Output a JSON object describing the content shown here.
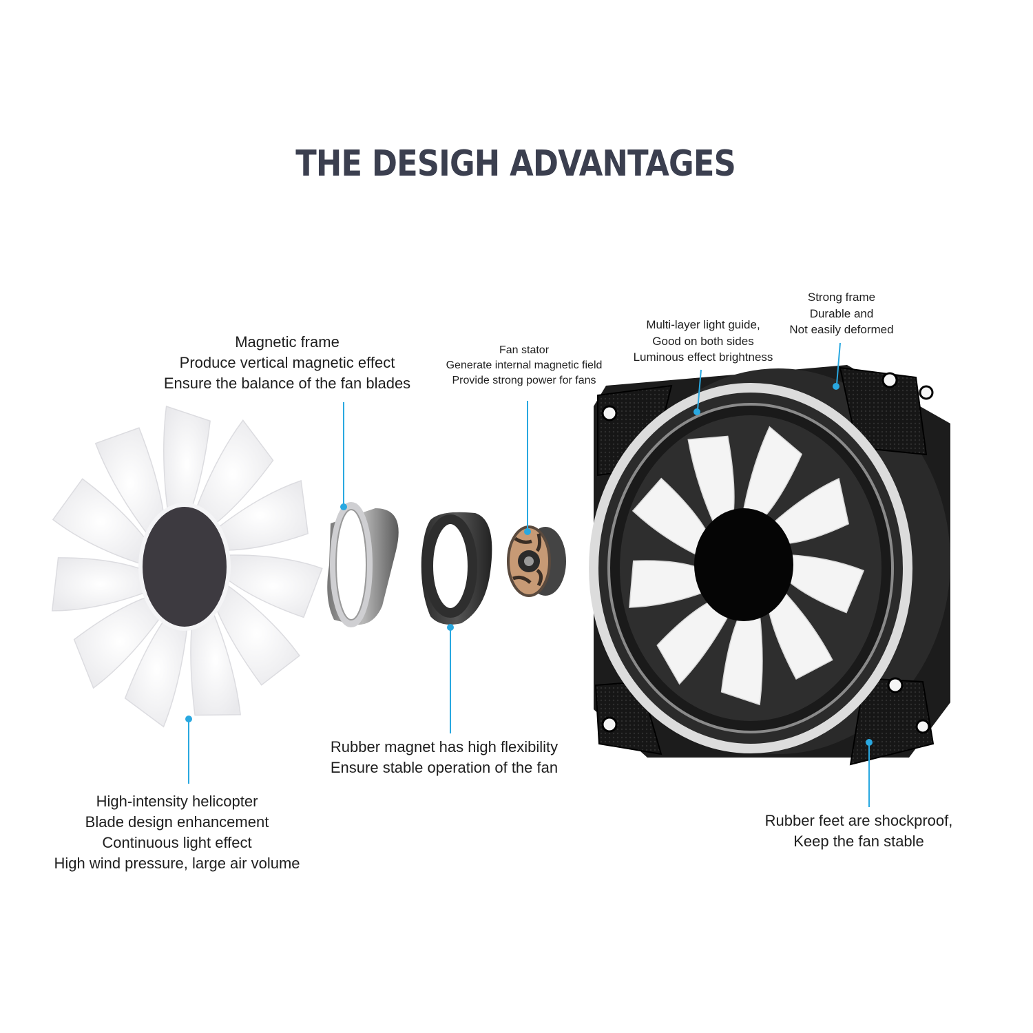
{
  "title": "THE DESIGH ADVANTAGES",
  "callouts": {
    "magnetic_frame": [
      "Magnetic frame",
      "Produce vertical magnetic effect",
      "Ensure the balance of the fan blades"
    ],
    "fan_stator": [
      "Fan stator",
      "Generate internal magnetic field",
      "Provide strong power for fans"
    ],
    "light_guide": [
      "Multi-layer light guide,",
      "Good on both sides",
      "Luminous effect brightness"
    ],
    "strong_frame": [
      "Strong frame",
      "Durable and",
      "Not easily deformed"
    ],
    "blade": [
      "High-intensity helicopter",
      "Blade design enhancement",
      "Continuous light effect",
      "High wind pressure, large air volume"
    ],
    "rubber_magnet": [
      "Rubber magnet has high flexibility",
      "Ensure stable operation of the fan"
    ],
    "rubber_feet": [
      "Rubber feet are shockproof,",
      "Keep the fan stable"
    ]
  },
  "colors": {
    "accent": "#29a8e0",
    "title": "#3b3f4f",
    "hub": "#3d3a40",
    "frame": "#1c1c1c"
  }
}
